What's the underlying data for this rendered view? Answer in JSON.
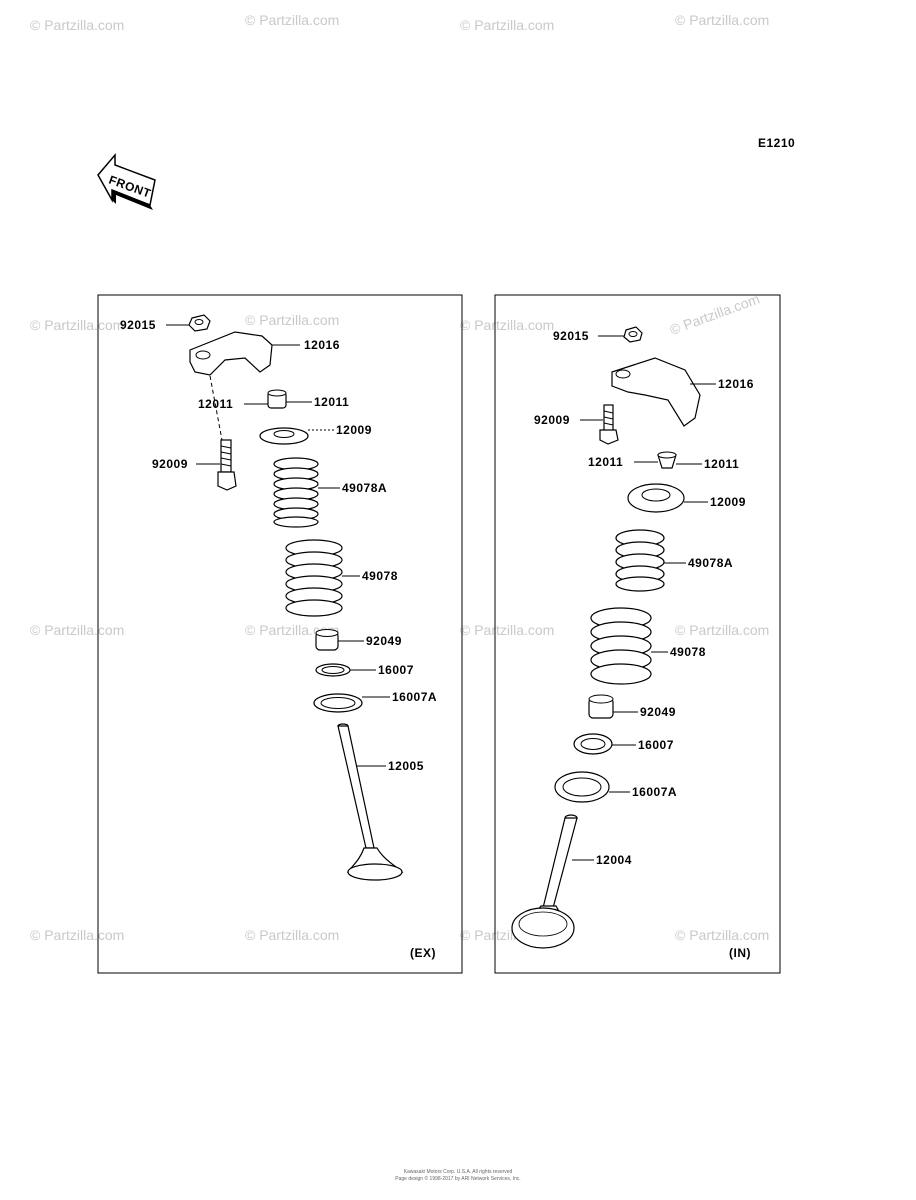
{
  "diagram": {
    "code": "E1210",
    "front_label": "FRONT",
    "panels": {
      "ex": {
        "tag": "(EX)",
        "parts": {
          "nut": "92015",
          "arm": "12016",
          "adjuster_left": "12011",
          "adjuster_right": "12011",
          "retainer": "12009",
          "screw": "92009",
          "inner_spring": "49078A",
          "outer_spring": "49078",
          "stem_seal": "92049",
          "seat": "16007",
          "washer": "16007A",
          "valve": "12005"
        }
      },
      "in": {
        "tag": "(IN)",
        "parts": {
          "nut": "92015",
          "arm": "12016",
          "screw": "92009",
          "adjuster_left": "12011",
          "adjuster_right": "12011",
          "retainer": "12009",
          "inner_spring": "49078A",
          "outer_spring": "49078",
          "stem_seal": "92049",
          "seat": "16007",
          "washer": "16007A",
          "valve": "12004"
        }
      }
    },
    "watermark": "© Partzilla.com",
    "corner_watermark": "© Partzilla.com",
    "footer": {
      "line1": "Kawasaki Motors Corp. U.S.A. All rights reserved",
      "line2": "Page design © 1998-2017 by ARI Network Services, Inc."
    }
  }
}
